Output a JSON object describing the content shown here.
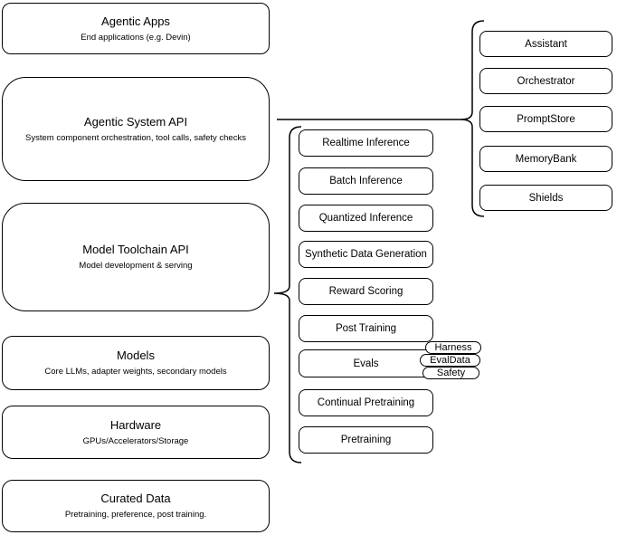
{
  "left_column": [
    {
      "title": "Agentic Apps",
      "subtitle": "End applications (e.g. Devin)"
    },
    {
      "title": "Agentic System API",
      "subtitle": "System component orchestration, tool calls, safety checks"
    },
    {
      "title": "Model Toolchain API",
      "subtitle": "Model development & serving"
    },
    {
      "title": "Models",
      "subtitle": "Core LLMs, adapter weights, secondary models"
    },
    {
      "title": "Hardware",
      "subtitle": "GPUs/Accelerators/Storage"
    },
    {
      "title": "Curated Data",
      "subtitle": "Pretraining, preference, post training."
    }
  ],
  "toolchain_components": [
    "Realtime Inference",
    "Batch Inference",
    "Quantized Inference",
    "Synthetic Data Generation",
    "Reward Scoring",
    "Post Training",
    "Evals",
    "Continual Pretraining",
    "Pretraining"
  ],
  "evals_badges": [
    "Harness",
    "EvalData",
    "Safety"
  ],
  "system_components": [
    "Assistant",
    "Orchestrator",
    "PromptStore",
    "MemoryBank",
    "Shields"
  ],
  "colors": {
    "stroke": "#000000",
    "background": "#ffffff"
  }
}
